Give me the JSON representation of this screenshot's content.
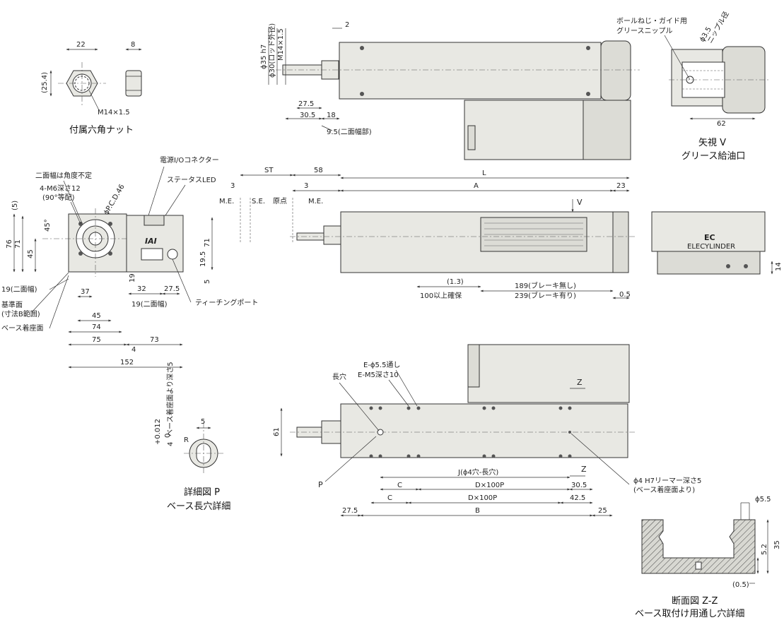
{
  "nut": {
    "d22": "22",
    "d8": "8",
    "d25_4": "(25.4)",
    "thread": "M14×1.5",
    "caption": "付属六角ナット"
  },
  "top": {
    "phi35": "ϕ35 h7",
    "phi30": "ϕ30(ロッド外径)",
    "m14": "M14×1.5",
    "d2": "2",
    "d27_5": "27.5",
    "d30_5": "30.5",
    "d18": "18",
    "d9_5": "9.5(二面幅部)"
  },
  "viewV": {
    "nipple": "ボールねじ・ガイド用",
    "nipple2": "グリースニップル",
    "phi35": "ϕ3.5",
    "nipple_dia": "ニップル径",
    "d62": "62",
    "caption1": "矢視 V",
    "caption2": "グリース給油口"
  },
  "end": {
    "twoface": "二面幅は角度不定",
    "m6": "4-M6深さ12",
    "equal": "(90°等配)",
    "pcd": "ϕP.C.D.46",
    "d5": "(5)",
    "d76": "76",
    "d71": "71",
    "d45": "45",
    "a45": "45°",
    "d19_face": "19(二面幅)",
    "ref1": "基準面",
    "ref2": "(寸法B範囲)",
    "base": "ベース着座面",
    "d37": "37",
    "d45b": "45",
    "d74": "74",
    "d75": "75",
    "d4": "4",
    "d152": "152"
  },
  "side": {
    "power": "電源I/Oコネクター",
    "led": "ステータスLED",
    "logo": "IAI",
    "d71": "71",
    "d19_5": "19.5",
    "d5": "5",
    "d19": "19",
    "d32": "32",
    "d27_5": "27.5",
    "d19face": "19(二面幅)",
    "teach": "ティーチングポート",
    "d73": "73"
  },
  "main": {
    "st": "ST",
    "d58": "58",
    "L": "L",
    "A": "A",
    "d23": "23",
    "d3a": "3",
    "d3b": "3",
    "me1": "M.E.",
    "se": "S.E.",
    "origin": "原点",
    "me2": "M.E.",
    "V": "V",
    "d1_3": "(1.3)",
    "keep": "100以上確保",
    "brake_no": "189(ブレーキ無し)",
    "brake_yes": "239(ブレーキ有り)",
    "d0_5": "0.5"
  },
  "motor": {
    "logo": "EC",
    "brand": "ELECYLINDER",
    "d14": "14"
  },
  "bottom": {
    "e55": "E-ϕ5.5通し",
    "em5": "E-M5深さ10",
    "slot": "長穴",
    "Z1": "Z",
    "Z2": "Z",
    "d61": "61",
    "P": "P",
    "J": "J(ϕ4穴-長穴)",
    "C1": "C",
    "C2": "C",
    "D1": "D×100P",
    "D2": "D×100P",
    "d30_5": "30.5",
    "d42_5": "42.5",
    "d27_5": "27.5",
    "B": "B",
    "d25": "25",
    "ream1": "ϕ4 H7リーマー深さ5",
    "ream2": "(ベース着座面より)"
  },
  "detailP": {
    "depth": "ベース着座面より深さ5",
    "d4tol": "4",
    "tol": "+0.012",
    "tol0": "0",
    "d5": "5",
    "R": "R",
    "caption1": "詳細図 P",
    "caption2": "ベース長穴詳細"
  },
  "section": {
    "phi5_5": "ϕ5.5",
    "d35": "35",
    "d5_2": "5.2",
    "d0_5": "(0.5)",
    "caption1": "断面図 Z-Z",
    "caption2": "ベース取付け用通し穴詳細"
  }
}
